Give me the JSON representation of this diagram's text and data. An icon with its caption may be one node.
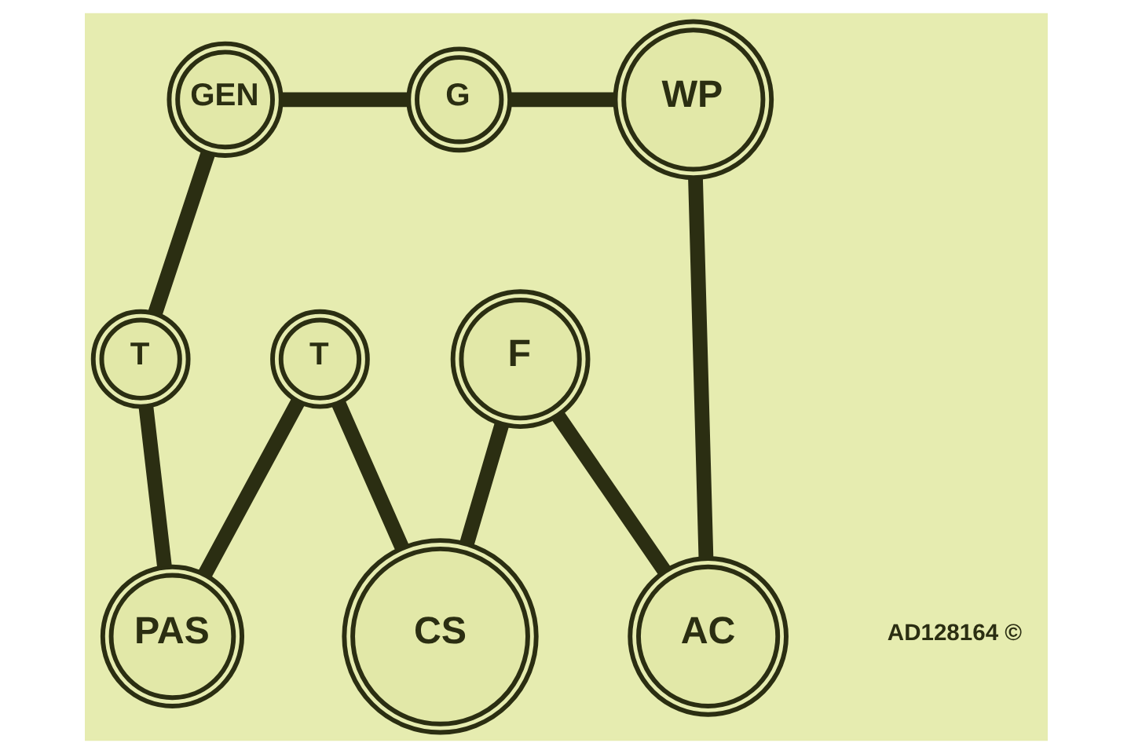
{
  "diagram": {
    "nodes": [
      {
        "text": [
          "GEN"
        ]
      },
      {
        "text": [
          "G"
        ]
      },
      {
        "text": [
          "WP"
        ]
      },
      {
        "text": [
          "T"
        ]
      },
      {
        "text": [
          "T"
        ]
      },
      {
        "text": [
          "F"
        ]
      },
      {
        "text": [
          "PAS"
        ]
      },
      {
        "text": [
          "CS"
        ]
      },
      {
        "text": [
          "AC"
        ]
      }
    ],
    "edges": [
      {
        "from": 0,
        "to": 1,
        "arrow": "none"
      },
      {
        "from": 1,
        "to": 2,
        "arrow": "none"
      },
      {
        "from": 2,
        "to": 8,
        "arrow": "none"
      },
      {
        "from": 5,
        "to": 8,
        "arrow": "none"
      },
      {
        "from": 5,
        "to": 7,
        "arrow": "none"
      },
      {
        "from": 4,
        "to": 7,
        "arrow": "none"
      },
      {
        "from": 4,
        "to": 6,
        "arrow": "none"
      },
      {
        "from": 3,
        "to": 6,
        "arrow": "none"
      },
      {
        "from": 0,
        "to": 3,
        "arrow": "none"
      }
    ],
    "labels": [
      "AD128164 ©"
    ]
  }
}
